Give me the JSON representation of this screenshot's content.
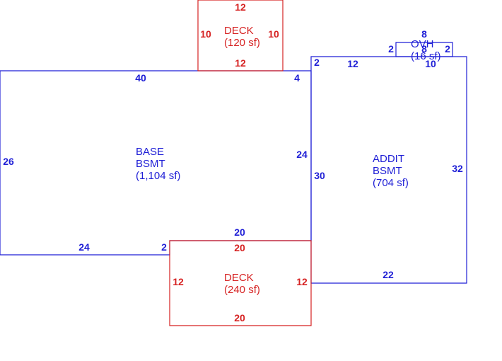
{
  "colors": {
    "main": "#1f1fd6",
    "deck": "#d62222"
  },
  "areas": {
    "base": {
      "line1": "BASE",
      "line2": "BSMT",
      "line3": "(1,104 sf)"
    },
    "addit": {
      "line1": "ADDIT",
      "line2": "BSMT",
      "line3": "(704 sf)"
    },
    "deck_top": {
      "line1": "DECK",
      "line2": "(120 sf)"
    },
    "deck_bottom": {
      "line1": "DECK",
      "line2": "(240 sf)"
    },
    "ovh": {
      "line1": "OVH",
      "line2": "(16 sf)"
    }
  },
  "dimensions": {
    "base_top": "40",
    "base_left": "26",
    "base_bottom": "24",
    "base_notch": "2",
    "base_right": "24",
    "base_step": "4",
    "base_inner_bottom": "20",
    "addit_left": "30",
    "addit_right": "32",
    "addit_bottom": "22",
    "addit_top_left": "2",
    "addit_top": "12",
    "addit_top_right": "10",
    "ovh_top": "8",
    "ovh_left": "2",
    "ovh_right": "2",
    "ovh_bottom": "8",
    "deck_top_top": "12",
    "deck_top_left": "10",
    "deck_top_right": "10",
    "deck_top_bottom": "12",
    "deck_bottom_top": "20",
    "deck_bottom_left": "12",
    "deck_bottom_right": "12",
    "deck_bottom_bottom": "20"
  }
}
